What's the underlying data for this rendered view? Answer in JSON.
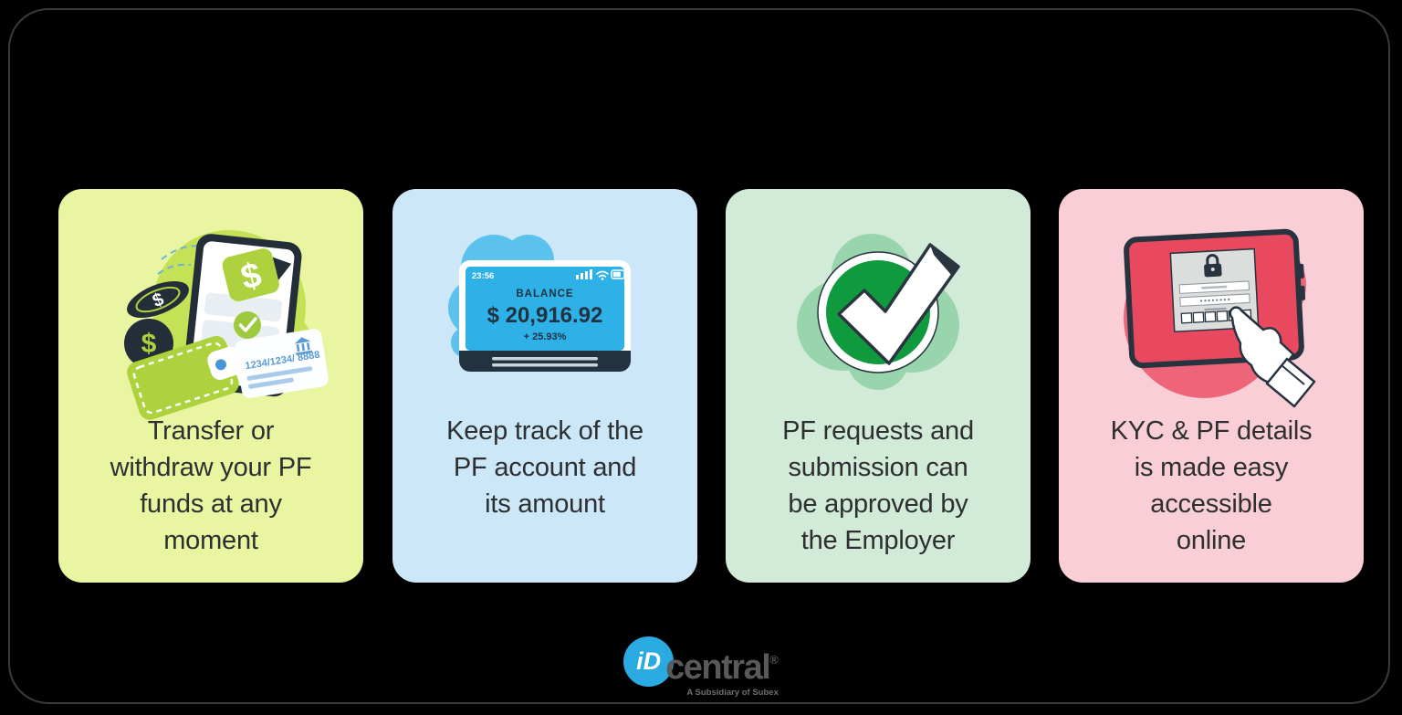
{
  "canvas": {
    "background": "#000000",
    "frame_border_color": "#3b3b3b"
  },
  "cards": [
    {
      "name": "transfer-withdraw",
      "bg_color": "#e9f5a0",
      "icon": "wallet-money-phone-illustration",
      "caption": "Transfer or\nwithdraw your PF\nfunds at any\nmoment"
    },
    {
      "name": "track-balance",
      "bg_color": "#cbe7f8",
      "icon": "balance-device-illustration",
      "caption": "Keep track of the\nPF account and\nits amount"
    },
    {
      "name": "employer-approval",
      "bg_color": "#d2ead8",
      "icon": "approved-check-illustration",
      "caption": "PF requests and\nsubmission can\nbe approved by\nthe Employer"
    },
    {
      "name": "kyc-online",
      "bg_color": "#f9ced6",
      "icon": "kyc-tablet-hand-illustration",
      "caption": "KYC & PF details\nis made easy\naccessible\nonline"
    }
  ],
  "card1_art": {
    "card_number": "1234/1234/ 8888",
    "tag_symbol": "$",
    "coin_symbol_1": "$",
    "coin_symbol_2": "$",
    "accent_green": "#aed23d",
    "dark": "#232e39"
  },
  "card2_art": {
    "time": "23:56",
    "balance_label": "BALANCE",
    "balance_value": "$ 20,916.92",
    "balance_change": "+ 25.93%",
    "screen_color": "#2eb1e7",
    "dark": "#223240"
  },
  "card3_art": {
    "check_green": "#0f9a3e",
    "blob_green": "#98d5ac"
  },
  "card4_art": {
    "screen_red": "#e8495f",
    "blob_pink": "#ee6478"
  },
  "logo": {
    "mark_text": "iD",
    "word": "central",
    "registered": "®",
    "tagline": "A Subsidiary of Subex",
    "mark_color": "#29abe2",
    "word_color": "#58595b"
  }
}
